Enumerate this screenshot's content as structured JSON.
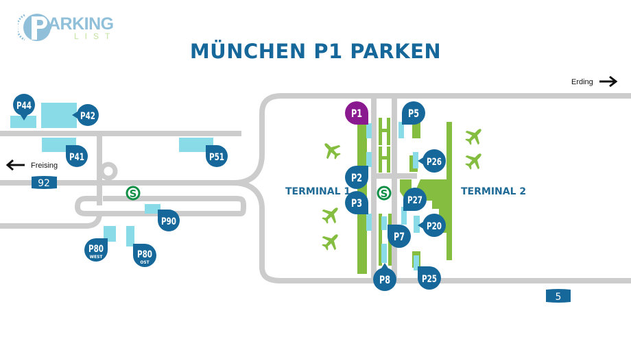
{
  "logo": {
    "word": "ARKING",
    "sub": "LIST",
    "letter": "P"
  },
  "title": "MÜNCHEN P1 PARKEN",
  "colors": {
    "title": "#17689a",
    "pin": "#17689a",
    "pin_active": "#8a1990",
    "road": "#cccccc",
    "parking_area": "#8adbe8",
    "terminal": "#85bd41",
    "s_bahn": "#0f8f45"
  },
  "directions": [
    {
      "label": "Erding",
      "arrow": "right"
    },
    {
      "label": "Freising",
      "arrow": "left"
    }
  ],
  "road_numbers": [
    "92",
    "5"
  ],
  "terminals": [
    "TERMINAL 1",
    "TERMINAL 2"
  ],
  "s_bahn_label": "S",
  "pins": [
    {
      "id": "P44",
      "label": "P44",
      "sub": "",
      "active": false
    },
    {
      "id": "P42",
      "label": "P42",
      "sub": "",
      "active": false
    },
    {
      "id": "P41",
      "label": "P41",
      "sub": "",
      "active": false
    },
    {
      "id": "P51",
      "label": "P51",
      "sub": "",
      "active": false
    },
    {
      "id": "P90",
      "label": "P90",
      "sub": "",
      "active": false
    },
    {
      "id": "P80W",
      "label": "P80",
      "sub": "WEST",
      "active": false
    },
    {
      "id": "P80O",
      "label": "P80",
      "sub": "OST",
      "active": false
    },
    {
      "id": "P1",
      "label": "P1",
      "sub": "",
      "active": true
    },
    {
      "id": "P2",
      "label": "P2",
      "sub": "",
      "active": false
    },
    {
      "id": "P3",
      "label": "P3",
      "sub": "",
      "active": false
    },
    {
      "id": "P5",
      "label": "P5",
      "sub": "",
      "active": false
    },
    {
      "id": "P26",
      "label": "P26",
      "sub": "",
      "active": false
    },
    {
      "id": "P27",
      "label": "P27",
      "sub": "",
      "active": false
    },
    {
      "id": "P20",
      "label": "P20",
      "sub": "",
      "active": false
    },
    {
      "id": "P7",
      "label": "P7",
      "sub": "",
      "active": false
    },
    {
      "id": "P8",
      "label": "P8",
      "sub": "",
      "active": false
    },
    {
      "id": "P25",
      "label": "P25",
      "sub": "",
      "active": false
    }
  ],
  "icons": {
    "airplane": "airplane-icon",
    "s_bahn": "s-bahn-icon",
    "arrow_left": "arrow-left-icon",
    "arrow_right": "arrow-right-icon"
  }
}
